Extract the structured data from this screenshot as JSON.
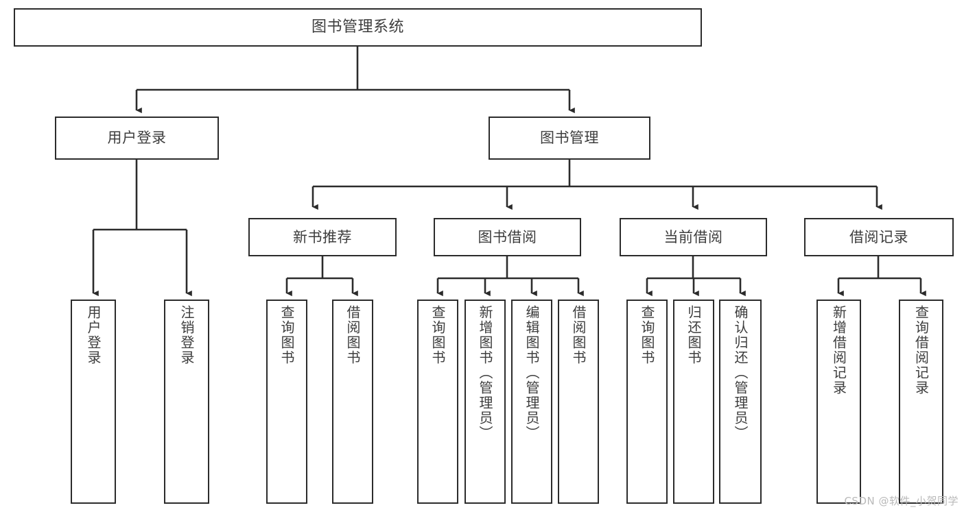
{
  "diagram": {
    "title": "图书管理系统",
    "type": "tree-hierarchy-chart",
    "colors": {
      "box_border": "#2b2b2b",
      "box_fill": "#ffffff",
      "text": "#3d3d3d",
      "edge": "#2b2b2b",
      "watermark": "#b9b9b9",
      "background": "#ffffff"
    },
    "root": {
      "label": "图书管理系统"
    },
    "level1": [
      {
        "label": "用户登录"
      },
      {
        "label": "图书管理"
      }
    ],
    "level2": [
      {
        "label": "新书推荐"
      },
      {
        "label": "图书借阅"
      },
      {
        "label": "当前借阅"
      },
      {
        "label": "借阅记录"
      }
    ],
    "leaves": {
      "user_login": [
        {
          "label": "用户登录"
        },
        {
          "label": "注销登录"
        }
      ],
      "new_book_recommend": [
        {
          "label": "查询图书"
        },
        {
          "label": "借阅图书"
        }
      ],
      "book_borrow": [
        {
          "label": "查询图书"
        },
        {
          "label": "新增图书（管理员）"
        },
        {
          "label": "编辑图书（管理员）"
        },
        {
          "label": "借阅图书"
        }
      ],
      "current_borrow": [
        {
          "label": "查询图书"
        },
        {
          "label": "归还图书"
        },
        {
          "label": "确认归还（管理员）"
        }
      ],
      "borrow_record": [
        {
          "label": "新增借阅记录"
        },
        {
          "label": "查询借阅记录"
        }
      ]
    }
  },
  "watermark": {
    "text": "CSDN @软件_小贺同学"
  }
}
